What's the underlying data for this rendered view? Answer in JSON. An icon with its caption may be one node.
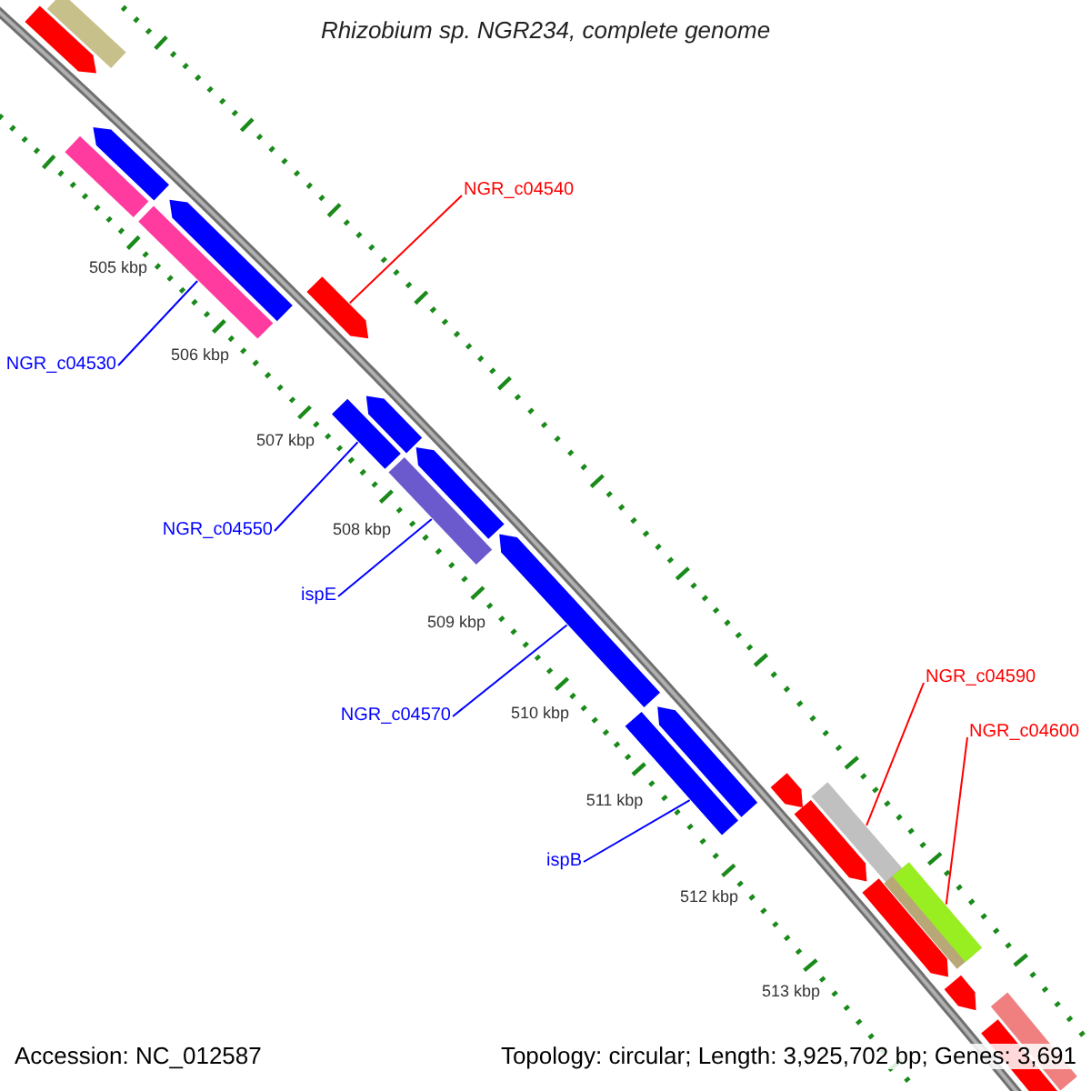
{
  "diagram": {
    "title": "Rhizobium sp. NGR234, complete genome",
    "nodes": [
      {
        "text": [],
        "shape": "bar"
      },
      {
        "text": [],
        "shape": "pentagon"
      },
      {
        "text": [],
        "shape": "pentagon"
      },
      {
        "text": [],
        "shape": "bar"
      },
      {
        "text": [],
        "shape": "pentagon"
      },
      {
        "text": [],
        "shape": "bar"
      },
      {
        "text": [],
        "shape": "pentagon"
      },
      {
        "text": [],
        "shape": "pentagon"
      },
      {
        "text": [],
        "shape": "bar"
      },
      {
        "text": [],
        "shape": "pentagon"
      },
      {
        "text": [],
        "shape": "bar"
      },
      {
        "text": [],
        "shape": "pentagon"
      },
      {
        "text": [],
        "shape": "pentagon"
      },
      {
        "text": [],
        "shape": "bar"
      },
      {
        "text": [],
        "shape": "pentagon"
      },
      {
        "text": [],
        "shape": "bar"
      },
      {
        "text": [],
        "shape": "pentagon"
      },
      {
        "text": [],
        "shape": "bar"
      },
      {
        "text": [],
        "shape": "bar"
      },
      {
        "text": [],
        "shape": "pentagon"
      },
      {
        "text": [],
        "shape": "pentagon"
      },
      {
        "text": [],
        "shape": "bar"
      },
      {
        "text": [],
        "shape": "pentagon"
      },
      {
        "text": [
          "NGR_c04540"
        ]
      },
      {
        "text": [
          "NGR_c04530"
        ]
      },
      {
        "text": [
          "NGR_c04550"
        ]
      },
      {
        "text": [
          "ispE"
        ]
      },
      {
        "text": [
          "NGR_c04570"
        ]
      },
      {
        "text": [
          "NGR_c04590"
        ]
      },
      {
        "text": [
          "NGR_c04600"
        ]
      },
      {
        "text": [
          "ispB"
        ]
      }
    ],
    "edges": [
      {
        "from": 23,
        "to": 6,
        "arrow": "none",
        "color": "#ff0000"
      },
      {
        "from": 24,
        "to": 5,
        "arrow": "none"
      },
      {
        "from": 25,
        "to": 8,
        "arrow": "none"
      },
      {
        "from": 26,
        "to": 10,
        "arrow": "none"
      },
      {
        "from": 27,
        "to": 11,
        "arrow": "none"
      },
      {
        "from": 28,
        "to": 15,
        "arrow": "none",
        "color": "#ff0000"
      },
      {
        "from": 29,
        "to": 18,
        "arrow": "none",
        "color": "#ff0000"
      },
      {
        "from": 30,
        "to": 13,
        "arrow": "none"
      }
    ],
    "labels": [
      "505 kbp",
      "506 kbp",
      "507 kbp",
      "508 kbp",
      "509 kbp",
      "510 kbp",
      "511 kbp",
      "512 kbp",
      "513 kbp",
      "Accession: NC_012587",
      "Topology: circular; Length: 3,925,702 bp; Genes: 3,691"
    ]
  }
}
